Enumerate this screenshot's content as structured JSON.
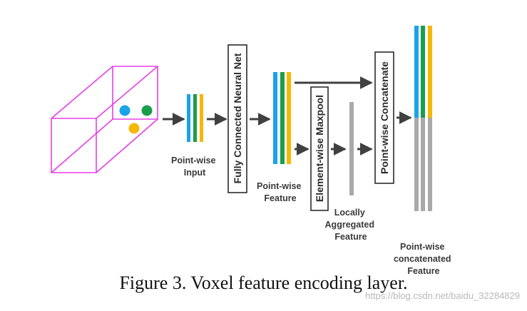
{
  "colors": {
    "voxel_edges": "#e63fe6",
    "point_blue": "#1aa3e8",
    "point_green": "#1a9e4c",
    "point_yellow": "#f5b800",
    "aggregated_gray": "#a9a9a9",
    "arrow": "#404040"
  },
  "labels": {
    "pointwise_input": [
      "Point-wise",
      "Input"
    ],
    "fcn": "Fully Connected Neural Net",
    "pointwise_feature": [
      "Point-wise",
      "Feature"
    ],
    "maxpool": "Element-wise Maxpool",
    "locally_aggregated": [
      "Locally",
      "Aggregated",
      "Feature"
    ],
    "concatenate": "Point-wise Concatenate",
    "concatenated_feature": [
      "Point-wise",
      "concatenated",
      "Feature"
    ]
  },
  "caption": "Figure 3. Voxel feature encoding layer.",
  "watermark": "https://blog.csdn.net/baidu_32284829"
}
